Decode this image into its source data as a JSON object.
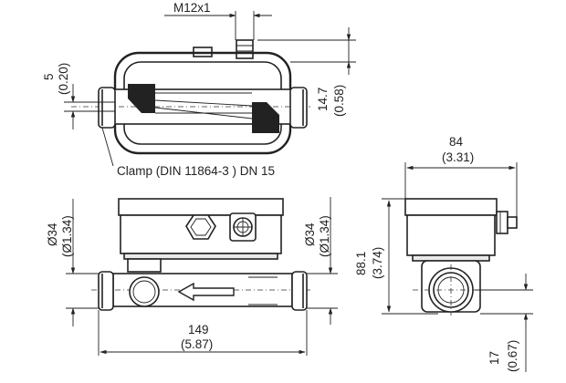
{
  "labels": {
    "thread": "M12x1",
    "dim_5_mm": "5",
    "dim_5_in": "(0.20)",
    "dim_14_7_mm": "14.7",
    "dim_14_7_in": "(0.58)",
    "clamp": "Clamp (DIN 11864-3 ) DN 15",
    "dim_84_mm": "84",
    "dim_84_in": "(3.31)",
    "dia34_left_mm": "Ø34",
    "dia34_left_in": "(Ø1.34)",
    "dia34_right_mm": "Ø34",
    "dia34_right_in": "(Ø1.34)",
    "dim_88_mm": "88.1",
    "dim_88_in": "(3.74)",
    "dim_149_mm": "149",
    "dim_149_in": "(5.87)",
    "dim_17_mm": "17",
    "dim_17_in": "(0.67)"
  },
  "views": [
    "top-view",
    "front-view",
    "side-view"
  ],
  "icons": [
    "flow-arrow-icon",
    "connector-icon",
    "cable-gland-icon"
  ]
}
